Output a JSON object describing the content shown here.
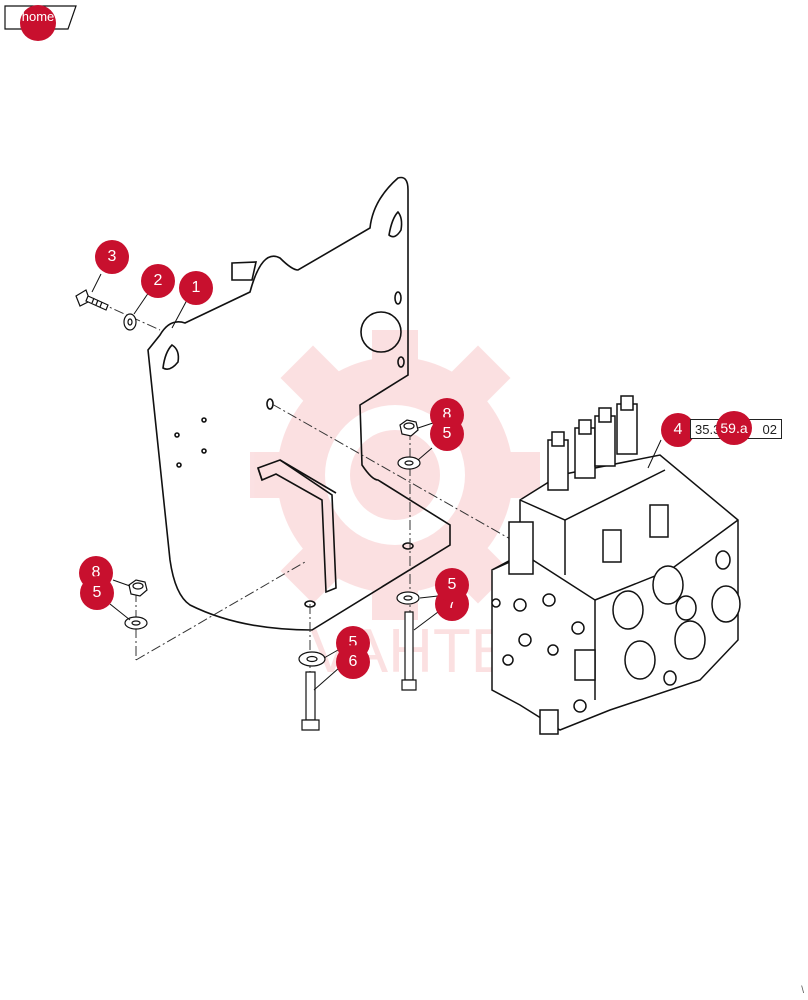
{
  "nav": {
    "home_label": "home"
  },
  "reference": {
    "code_left": "35.3",
    "code_badge": "59.a",
    "code_right": "02"
  },
  "callouts": [
    "1",
    "2",
    "3",
    "4",
    "5",
    "5",
    "5",
    "5",
    "6",
    "7",
    "8",
    "8"
  ],
  "watermark": {
    "text": "VAHTEX"
  },
  "colors": {
    "callout": "#c8102e",
    "watermark": "#e31b23",
    "line": "#111111"
  },
  "corner_mark": "\\"
}
